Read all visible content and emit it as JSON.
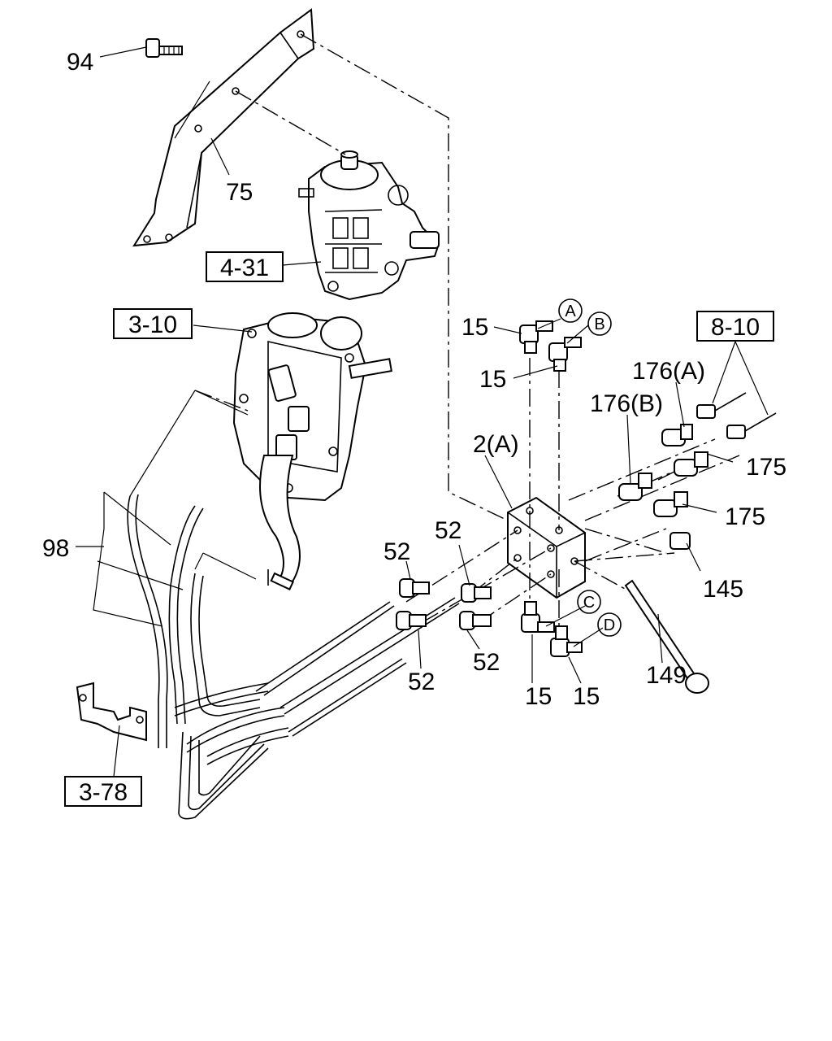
{
  "labels": {
    "p94": "94",
    "p75": "75",
    "p15_a": "15",
    "p15_b": "15",
    "p15_c": "15",
    "p15_d": "15",
    "p176a": "176(A)",
    "p176b": "176(B)",
    "p2a": "2(A)",
    "p175_top": "175",
    "p175_bot": "175",
    "p52_1": "52",
    "p52_2": "52",
    "p52_3": "52",
    "p52_4": "52",
    "p98": "98",
    "p145": "145",
    "p149": "149"
  },
  "references": {
    "r431": "4-31",
    "r310": "3-10",
    "r810": "8-10",
    "r378": "3-78"
  },
  "circles": {
    "a": "A",
    "b": "B",
    "c": "C",
    "d": "D"
  }
}
